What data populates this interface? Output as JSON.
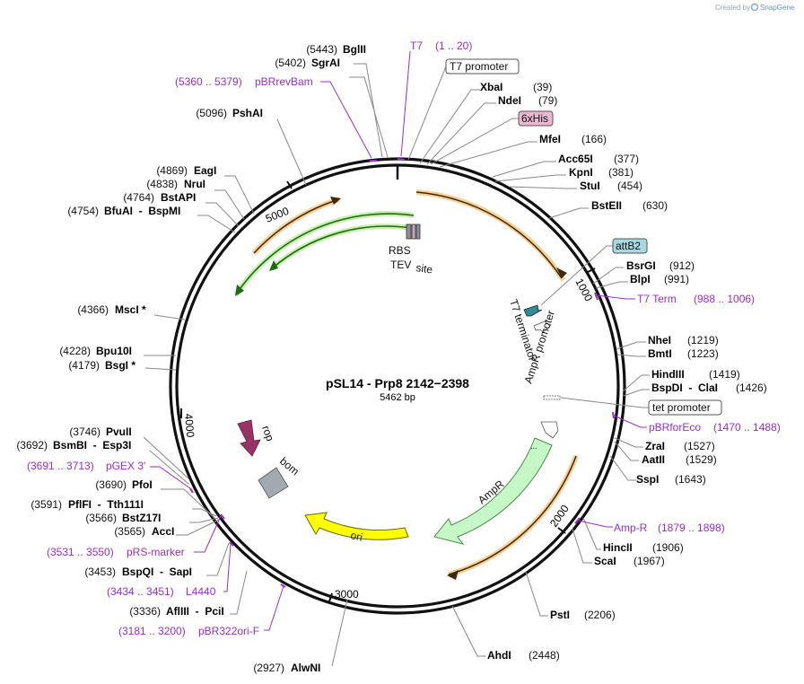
{
  "header": {
    "credit_prefix": "Created by",
    "credit_brand": "SnapGene"
  },
  "map": {
    "name": "pSL14 - Prp8 2142−2398",
    "length": "5462 bp"
  },
  "ticks": [
    "1000",
    "2000",
    "3000",
    "4000",
    "5000"
  ],
  "sites": [
    {
      "pos": "(5443)",
      "name": "BglII"
    },
    {
      "pos": "(5402)",
      "name": "SgrAI"
    },
    {
      "pos": "(5096)",
      "name": "PshAI"
    },
    {
      "pos": "(4869)",
      "name": "EagI"
    },
    {
      "pos": "(4838)",
      "name": "NruI"
    },
    {
      "pos": "(4764)",
      "name": "BstAPI"
    },
    {
      "pos": "(4754)",
      "name": "BfuAI  -  BspMI"
    },
    {
      "pos": "(4366)",
      "name": "MscI *"
    },
    {
      "pos": "(4228)",
      "name": "Bpu10I"
    },
    {
      "pos": "(4179)",
      "name": "BsgI *"
    },
    {
      "pos": "(3746)",
      "name": "PvuII"
    },
    {
      "pos": "(3692)",
      "name": "BsmBI  -  Esp3I"
    },
    {
      "pos": "(3690)",
      "name": "PfoI"
    },
    {
      "pos": "(3591)",
      "name": "PflFI  -  Tth111I"
    },
    {
      "pos": "(3566)",
      "name": "BstZ17I"
    },
    {
      "pos": "(3565)",
      "name": "AccI"
    },
    {
      "pos": "(3453)",
      "name": "BspQI  -  SapI"
    },
    {
      "pos": "(3336)",
      "name": "AflIII  -  PciI"
    },
    {
      "pos": "(2927)",
      "name": "AlwNI"
    },
    {
      "pos": "(39)",
      "name": "XbaI"
    },
    {
      "pos": "(79)",
      "name": "NdeI"
    },
    {
      "pos": "(166)",
      "name": "MfeI"
    },
    {
      "pos": "(377)",
      "name": "Acc65I"
    },
    {
      "pos": "(381)",
      "name": "KpnI"
    },
    {
      "pos": "(454)",
      "name": "StuI"
    },
    {
      "pos": "(630)",
      "name": "BstEII"
    },
    {
      "pos": "(912)",
      "name": "BsrGI"
    },
    {
      "pos": "(991)",
      "name": "BlpI"
    },
    {
      "pos": "(1219)",
      "name": "NheI"
    },
    {
      "pos": "(1223)",
      "name": "BmtI"
    },
    {
      "pos": "(1419)",
      "name": "HindIII"
    },
    {
      "pos": "(1426)",
      "name": "BspDI  -  ClaI"
    },
    {
      "pos": "(1527)",
      "name": "ZraI"
    },
    {
      "pos": "(1529)",
      "name": "AatII"
    },
    {
      "pos": "(1643)",
      "name": "SspI"
    },
    {
      "pos": "(1906)",
      "name": "HincII"
    },
    {
      "pos": "(1967)",
      "name": "ScaI"
    },
    {
      "pos": "(2206)",
      "name": "PstI"
    },
    {
      "pos": "(2448)",
      "name": "AhdI"
    }
  ],
  "primers": [
    {
      "name": "T7",
      "range": "(1 .. 20)"
    },
    {
      "name": "pBRrevBam",
      "range": "(5360 .. 5379)"
    },
    {
      "name": "pGEX 3'",
      "range": "(3691 .. 3713)"
    },
    {
      "name": "pRS-marker",
      "range": "(3531 .. 3550)"
    },
    {
      "name": "L4440",
      "range": "(3434 .. 3451)"
    },
    {
      "name": "pBR322ori-F",
      "range": "(3181 .. 3200)"
    },
    {
      "name": "T7 Term",
      "range": "(988 .. 1006)"
    },
    {
      "name": "pBRforEco",
      "range": "(1470 .. 1488)"
    },
    {
      "name": "Amp-R",
      "range": "(1879 .. 1898)"
    }
  ],
  "boxed_features": [
    "T7 promoter",
    "6xHis",
    "attB2",
    "tet promoter"
  ],
  "features": {
    "rbs": "RBS",
    "tev_1": "TEV",
    "tev_2": "site",
    "t7_term": "T7 terminator",
    "ampr_promoter": "AmpR promoter",
    "ampr": "AmpR",
    "ori": "ori",
    "rop": "rop",
    "bom": "bom"
  },
  "colors": {
    "backbone": "#111111",
    "orf_orange": "#f4a73a",
    "orf_green": "#33a02c",
    "ampr_fill": "#c6f7c6",
    "ori_fill": "#ffff00",
    "rop_fill": "#993366",
    "bom_fill": "#a3a9b0",
    "primer": "#9a2ec8",
    "his_box": "#e7b8cf",
    "attb_box": "#a8d8e0"
  }
}
